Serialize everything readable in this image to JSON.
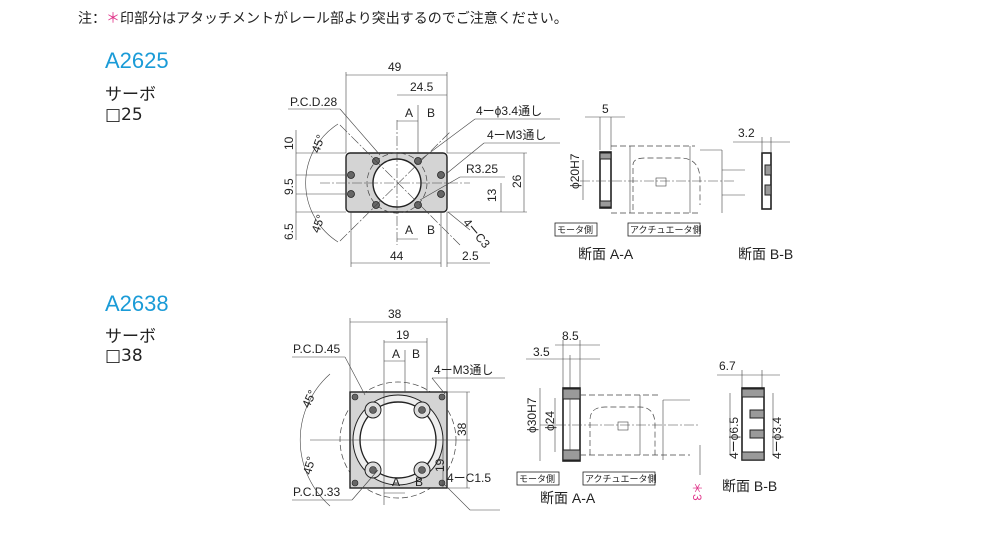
{
  "note": {
    "prefix": "注：",
    "asterisk": "＊",
    "text": "印部分はアタッチメントがレール部より突出するのでご注意ください。"
  },
  "models": [
    {
      "code": "A2625",
      "type": "サーボ",
      "size": "□25",
      "front": {
        "width": "49",
        "half": "24.5",
        "pcd": "P.C.D.28",
        "hole1": "4ーϕ3.4通し",
        "hole2": "4ーM3通し",
        "radius": "R3.25",
        "height": "26",
        "h13": "13",
        "d10": "10",
        "d95": "9.5",
        "d65": "6.5",
        "angle": "45°",
        "base": "44",
        "off": "2.5",
        "chamfer": "4ーC3",
        "A": "A",
        "B": "B"
      },
      "sectionAA": {
        "thick": "5",
        "dia": "ϕ20H7",
        "motor": "モータ側",
        "actuator": "アクチュエータ側",
        "title": "断面 A-A"
      },
      "sectionBB": {
        "thick": "3.2",
        "title": "断面 B-B"
      }
    },
    {
      "code": "A2638",
      "type": "サーボ",
      "size": "□38",
      "front": {
        "width": "38",
        "half": "19",
        "pcd1": "P.C.D.45",
        "pcd2": "P.C.D.33",
        "hole": "4ーM3通し",
        "height": "38",
        "h19": "19",
        "angle": "45°",
        "chamfer": "4ーC1.5",
        "A": "A",
        "B": "B"
      },
      "sectionAA": {
        "thick": "8.5",
        "step": "3.5",
        "dia1": "ϕ30H7",
        "dia2": "ϕ24",
        "motor": "モータ側",
        "actuator": "アクチュエータ側",
        "title": "断面 A-A",
        "protrude": "＊3"
      },
      "sectionBB": {
        "thick": "6.7",
        "dia1": "4ーϕ6.5",
        "dia2": "4ーϕ3.4",
        "title": "断面 B-B"
      }
    }
  ],
  "colors": {
    "accent": "#1a9bd7",
    "asterisk": "#e0358a"
  }
}
